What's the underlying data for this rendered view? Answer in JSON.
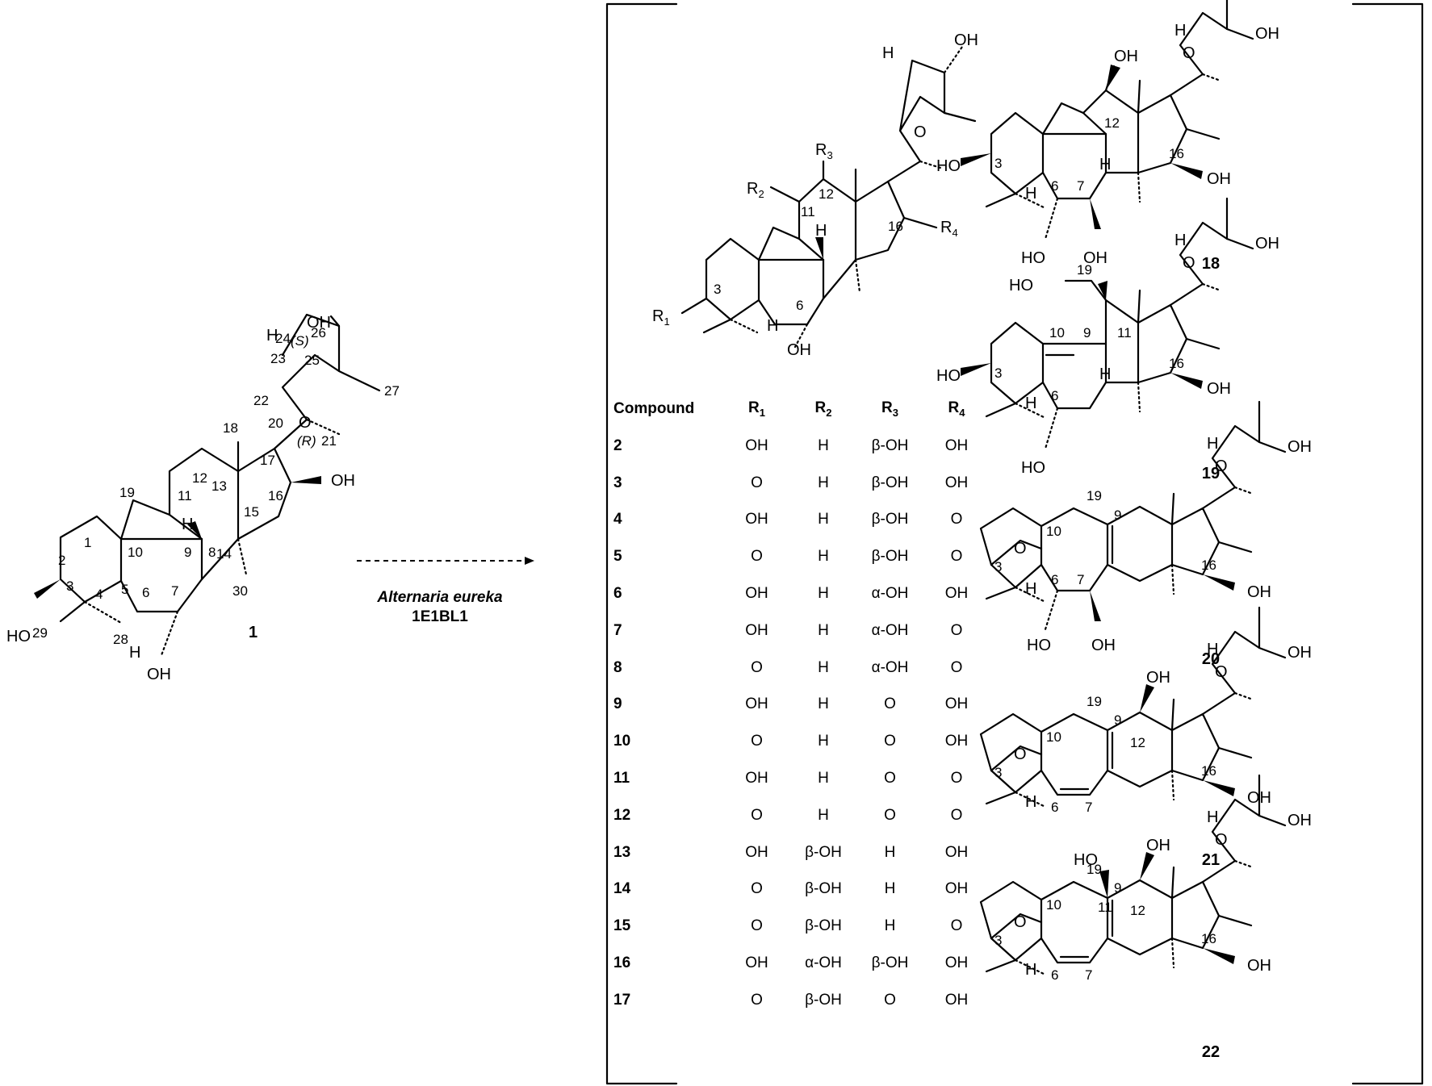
{
  "reaction": {
    "organism": "Alternaria eureka",
    "strain": "1E1BL1"
  },
  "substrate": {
    "id": "1",
    "atoms": {
      "oh_3": "HO",
      "oh_6": "OH",
      "oh_16": "OH",
      "oh_24": "OH",
      "h_5": "H",
      "h_8": "H",
      "h_24": "H",
      "o_ring": "O"
    },
    "numbers": [
      "1",
      "2",
      "3",
      "4",
      "5",
      "6",
      "7",
      "8",
      "9",
      "10",
      "11",
      "12",
      "13",
      "14",
      "15",
      "16",
      "17",
      "18",
      "19",
      "20",
      "21",
      "22",
      "23",
      "24",
      "25",
      "26",
      "27",
      "28",
      "29",
      "30"
    ],
    "stereo": {
      "s": "(S)",
      "r": "(R)"
    }
  },
  "scaffold": {
    "r1": "R",
    "r1_sub": "1",
    "r2": "R",
    "r2_sub": "2",
    "r3": "R",
    "r3_sub": "3",
    "r4": "R",
    "r4_sub": "4",
    "oh_6": "OH",
    "oh_top": "OH",
    "h_top": "H",
    "h_5": "H",
    "h_8": "H",
    "o_ring": "O",
    "numbers": {
      "n3": "3",
      "n6": "6",
      "n11": "11",
      "n12": "12",
      "n16": "16"
    }
  },
  "table": {
    "headers": {
      "compound": "Compound",
      "r1": "R",
      "r1_sub": "1",
      "r2": "R",
      "r2_sub": "2",
      "r3": "R",
      "r3_sub": "3",
      "r4": "R",
      "r4_sub": "4"
    },
    "rows": [
      {
        "id": "2",
        "r1": "OH",
        "r2": "H",
        "r3": "β-OH",
        "r4": "OH"
      },
      {
        "id": "3",
        "r1": "O",
        "r2": "H",
        "r3": "β-OH",
        "r4": "OH"
      },
      {
        "id": "4",
        "r1": "OH",
        "r2": "H",
        "r3": "β-OH",
        "r4": "O"
      },
      {
        "id": "5",
        "r1": "O",
        "r2": "H",
        "r3": "β-OH",
        "r4": "O"
      },
      {
        "id": "6",
        "r1": "OH",
        "r2": "H",
        "r3": "α-OH",
        "r4": "OH"
      },
      {
        "id": "7",
        "r1": "OH",
        "r2": "H",
        "r3": "α-OH",
        "r4": "O"
      },
      {
        "id": "8",
        "r1": "O",
        "r2": "H",
        "r3": "α-OH",
        "r4": "O"
      },
      {
        "id": "9",
        "r1": "OH",
        "r2": "H",
        "r3": "O",
        "r4": "OH"
      },
      {
        "id": "10",
        "r1": "O",
        "r2": "H",
        "r3": "O",
        "r4": "OH"
      },
      {
        "id": "11",
        "r1": "OH",
        "r2": "H",
        "r3": "O",
        "r4": "O"
      },
      {
        "id": "12",
        "r1": "O",
        "r2": "H",
        "r3": "O",
        "r4": "O"
      },
      {
        "id": "13",
        "r1": "OH",
        "r2": "β-OH",
        "r3": "H",
        "r4": "OH"
      },
      {
        "id": "14",
        "r1": "O",
        "r2": "β-OH",
        "r3": "H",
        "r4": "OH"
      },
      {
        "id": "15",
        "r1": "O",
        "r2": "β-OH",
        "r3": "H",
        "r4": "O"
      },
      {
        "id": "16",
        "r1": "OH",
        "r2": "α-OH",
        "r3": "β-OH",
        "r4": "OH"
      },
      {
        "id": "17",
        "r1": "O",
        "r2": "β-OH",
        "r3": "O",
        "r4": "OH"
      }
    ]
  },
  "products": [
    {
      "id": "18",
      "labels": {
        "ho3": "HO",
        "oh6": "HO",
        "oh7": "OH",
        "oh12": "OH",
        "oh16": "OH",
        "oh24": "OH",
        "h24": "H",
        "h5": "H",
        "h8": "H",
        "o": "O",
        "n3": "3",
        "n6": "6",
        "n7": "7",
        "n12": "12",
        "n16": "16"
      }
    },
    {
      "id": "19",
      "labels": {
        "ho3": "HO",
        "oh6": "HO",
        "oh19": "HO",
        "oh16": "OH",
        "oh24": "OH",
        "h24": "H",
        "h5": "H",
        "h8": "H",
        "o": "O",
        "n3": "3",
        "n6": "6",
        "n9": "9",
        "n10": "10",
        "n11": "11",
        "n16": "16",
        "n19": "19"
      }
    },
    {
      "id": "20",
      "labels": {
        "oh6": "HO",
        "oh7": "OH",
        "oh16": "OH",
        "oh24": "OH",
        "h24": "H",
        "h5": "H",
        "o_bridge": "O",
        "o": "O",
        "n3": "3",
        "n6": "6",
        "n7": "7",
        "n9": "9",
        "n10": "10",
        "n16": "16",
        "n19": "19"
      }
    },
    {
      "id": "21",
      "labels": {
        "oh12": "OH",
        "oh16": "OH",
        "oh24": "OH",
        "h24": "H",
        "h5": "H",
        "o_bridge": "O",
        "o": "O",
        "n3": "3",
        "n6": "6",
        "n7": "7",
        "n9": "9",
        "n10": "10",
        "n12": "12",
        "n16": "16",
        "n19": "19"
      }
    },
    {
      "id": "22",
      "labels": {
        "oh11": "HO",
        "oh12": "OH",
        "oh16": "OH",
        "oh24": "OH",
        "h24": "H",
        "h5": "H",
        "o_bridge": "O",
        "o": "O",
        "n3": "3",
        "n6": "6",
        "n7": "7",
        "n9": "9",
        "n10": "10",
        "n11": "11",
        "n12": "12",
        "n16": "16",
        "n19": "19"
      }
    }
  ]
}
